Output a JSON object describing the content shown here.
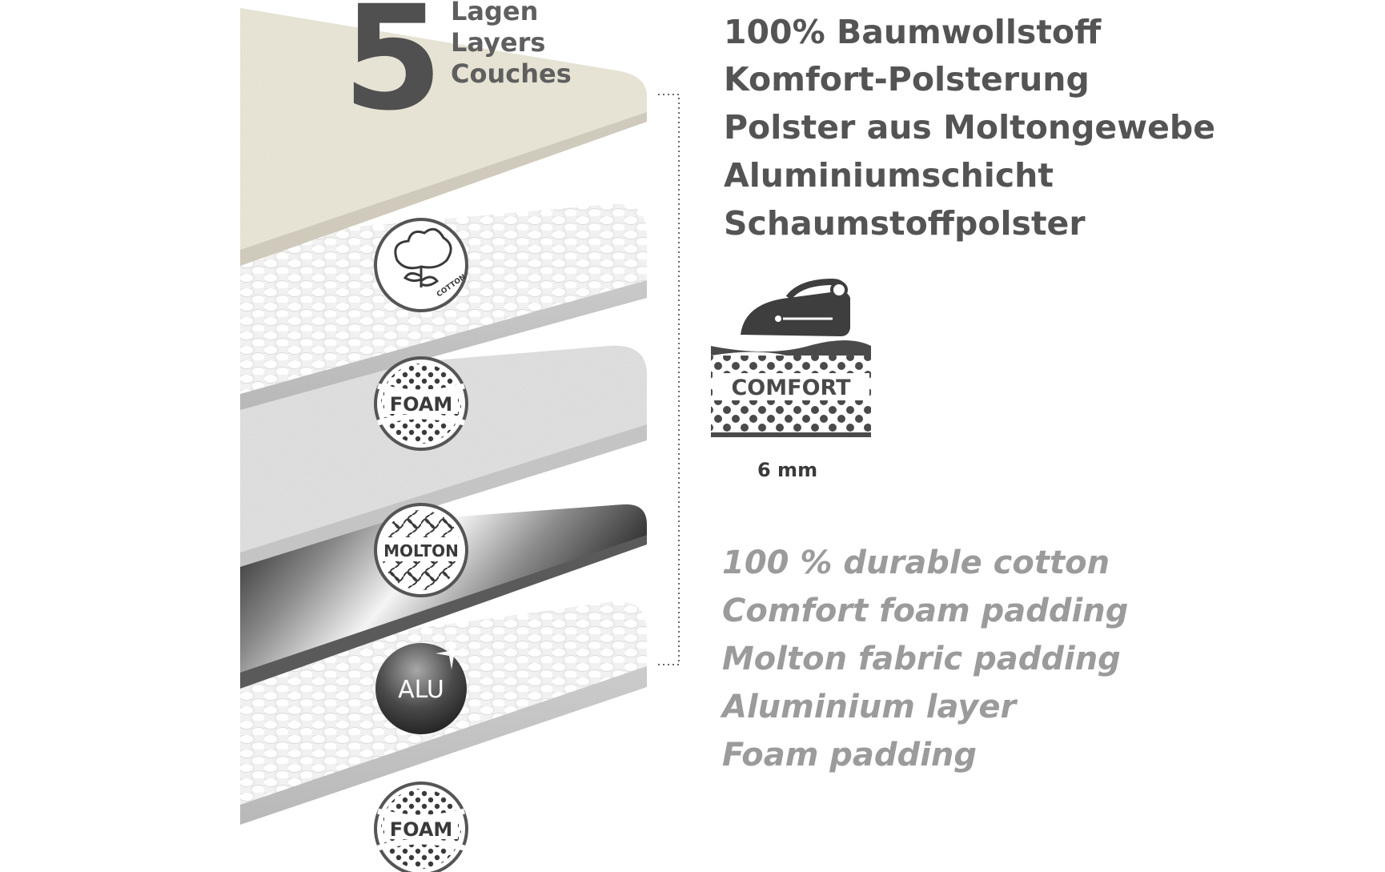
{
  "layer_count": {
    "numeral": "5",
    "words": [
      "Lagen",
      "Layers",
      "Couches"
    ]
  },
  "german_list": [
    "100% Baumwollstoff",
    "Komfort-Polsterung",
    "Polster aus Moltongewebe",
    "Aluminiumschicht",
    "Schaumstoffpolster"
  ],
  "english_list": [
    "100 % durable cotton",
    "Comfort foam padding",
    "Molton fabric padding",
    "Aluminium layer",
    "Foam padding"
  ],
  "badges": {
    "cotton": "COTTON",
    "foam_1": "FOAM",
    "molton": "MOLTON",
    "alu": "ALU",
    "foam_2": "FOAM"
  },
  "comfort_icon": {
    "label": "COMFORT",
    "thickness": "6 mm"
  },
  "colors": {
    "cotton_layer": "#ede9da",
    "foam_layer": "#ececec",
    "molton_layer": "#dedede",
    "alu_dark": "#2a2a2a",
    "text_dark": "#545454",
    "text_light": "#9b9b9b",
    "badge_stroke": "#555555"
  },
  "icons": [
    "cotton-icon",
    "foam-icon",
    "molton-icon",
    "alu-icon",
    "iron-icon"
  ]
}
